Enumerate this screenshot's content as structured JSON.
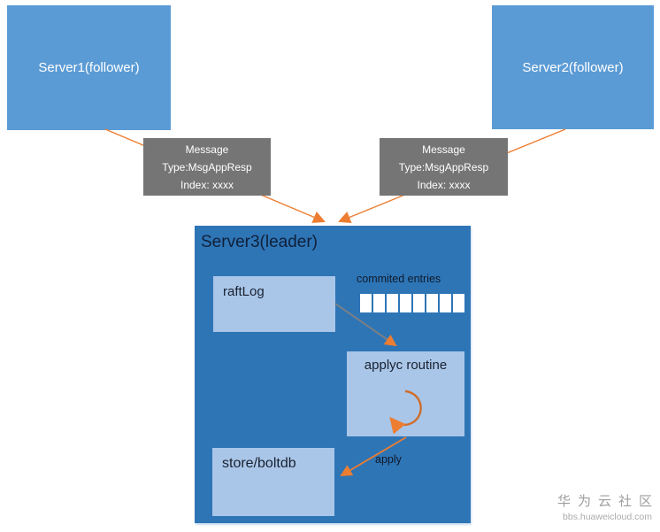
{
  "servers": {
    "server1_label": "Server1(follower)",
    "server2_label": "Server2(follower)"
  },
  "messages": [
    {
      "line1": "Message",
      "line2": "Type:MsgAppResp",
      "line3": "Index: xxxx"
    },
    {
      "line1": "Message",
      "line2": "Type:MsgAppResp",
      "line3": "Index: xxxx"
    }
  ],
  "leader": {
    "title": "Server3(leader)",
    "raftlog_label": "raftLog",
    "committed_entries_label": "commited entries",
    "committed_entries_count": 8,
    "applyc_label": "applyc routine",
    "store_label": "store/boltdb",
    "apply_arrow_label": "apply"
  },
  "icons": {
    "loop_icon": "circular-arrow",
    "arrowhead_icon": "orange-triangle"
  },
  "colors": {
    "follower_blue": "#5B9BD5",
    "leader_blue": "#2E75B6",
    "inner_light_blue": "#A9C6E8",
    "message_gray": "#757575",
    "arrow_orange": "#ED7D31",
    "connector_gray": "#808080",
    "dark_text": "#10203a",
    "watermark_gray": "#9e9e9e"
  },
  "watermark": {
    "title": "华为云社区",
    "subtitle": "bbs.huaweicloud.com"
  }
}
